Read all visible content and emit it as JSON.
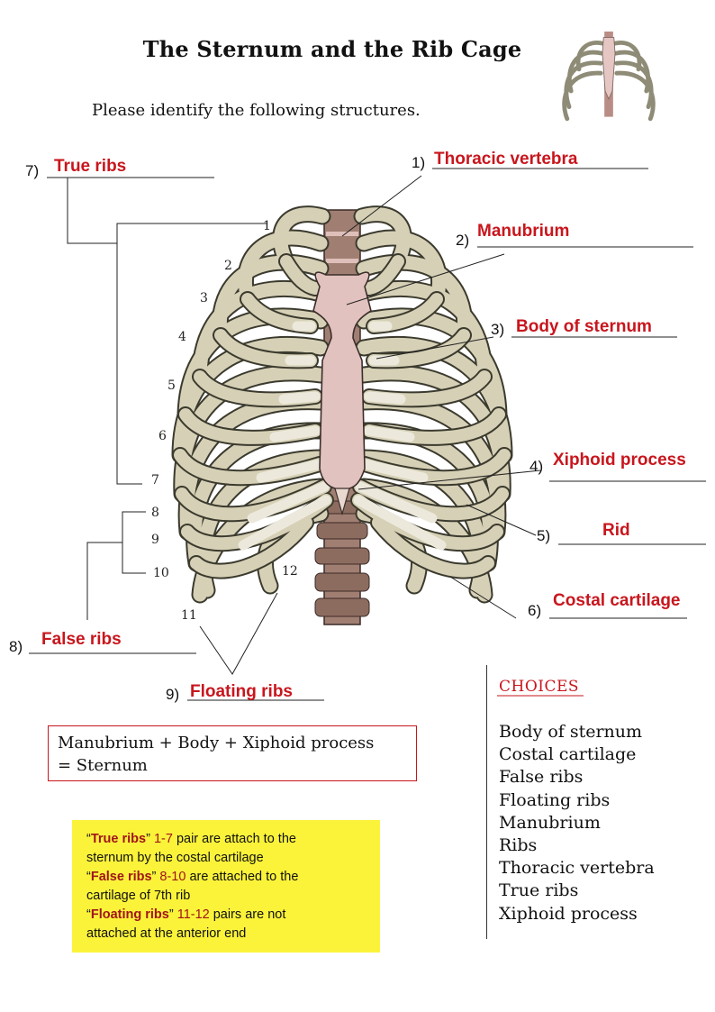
{
  "title": "The Sternum and the Rib Cage",
  "instruction": "Please identify the following structures.",
  "labels": [
    {
      "number": "1)",
      "answer": "Thoracic vertebra"
    },
    {
      "number": "2)",
      "answer": "Manubrium"
    },
    {
      "number": "3)",
      "answer": "Body of sternum"
    },
    {
      "number": "4)",
      "answer": "Xiphoid process"
    },
    {
      "number": "5)",
      "answer": "Rid"
    },
    {
      "number": "6)",
      "answer": "Costal cartilage"
    },
    {
      "number": "7)",
      "answer": "True ribs"
    },
    {
      "number": "8)",
      "answer": "False ribs"
    },
    {
      "number": "9)",
      "answer": "Floating ribs"
    }
  ],
  "rib_numbers": [
    "1",
    "2",
    "3",
    "4",
    "5",
    "6",
    "7",
    "8",
    "9",
    "10",
    "11",
    "12"
  ],
  "equation": {
    "line1": "Manubrium + Body + Xiphoid process",
    "line2": "= Sternum"
  },
  "note": {
    "true_kw": "True ribs",
    "true_range": "1-7",
    "true_text1": " pair are attach to the",
    "true_text2": "sternum by the costal cartilage",
    "false_kw": "False ribs",
    "false_range": "8-10",
    "false_text1": " are attached to the",
    "false_text2": "cartilage of 7th rib",
    "floating_kw": "Floating ribs",
    "floating_range": "11-12",
    "floating_text1": " pairs are not",
    "floating_text2": "attached at the anterior end"
  },
  "choices": {
    "heading": "CHOICES",
    "items": [
      "Body of sternum",
      "Costal cartilage",
      "False ribs",
      "Floating ribs",
      "Manubrium",
      "Ribs",
      "Thoracic vertebra",
      "True ribs",
      "Xiphoid process"
    ]
  },
  "colors": {
    "answer": "#c8161d",
    "bone": "#d6d0b6",
    "bone_shadow": "#a8a27f",
    "cartilage": "#e9e6d8",
    "sternum": "#e2c2be",
    "vertebra": "#a07f72",
    "note_bg": "#fbf33a"
  }
}
